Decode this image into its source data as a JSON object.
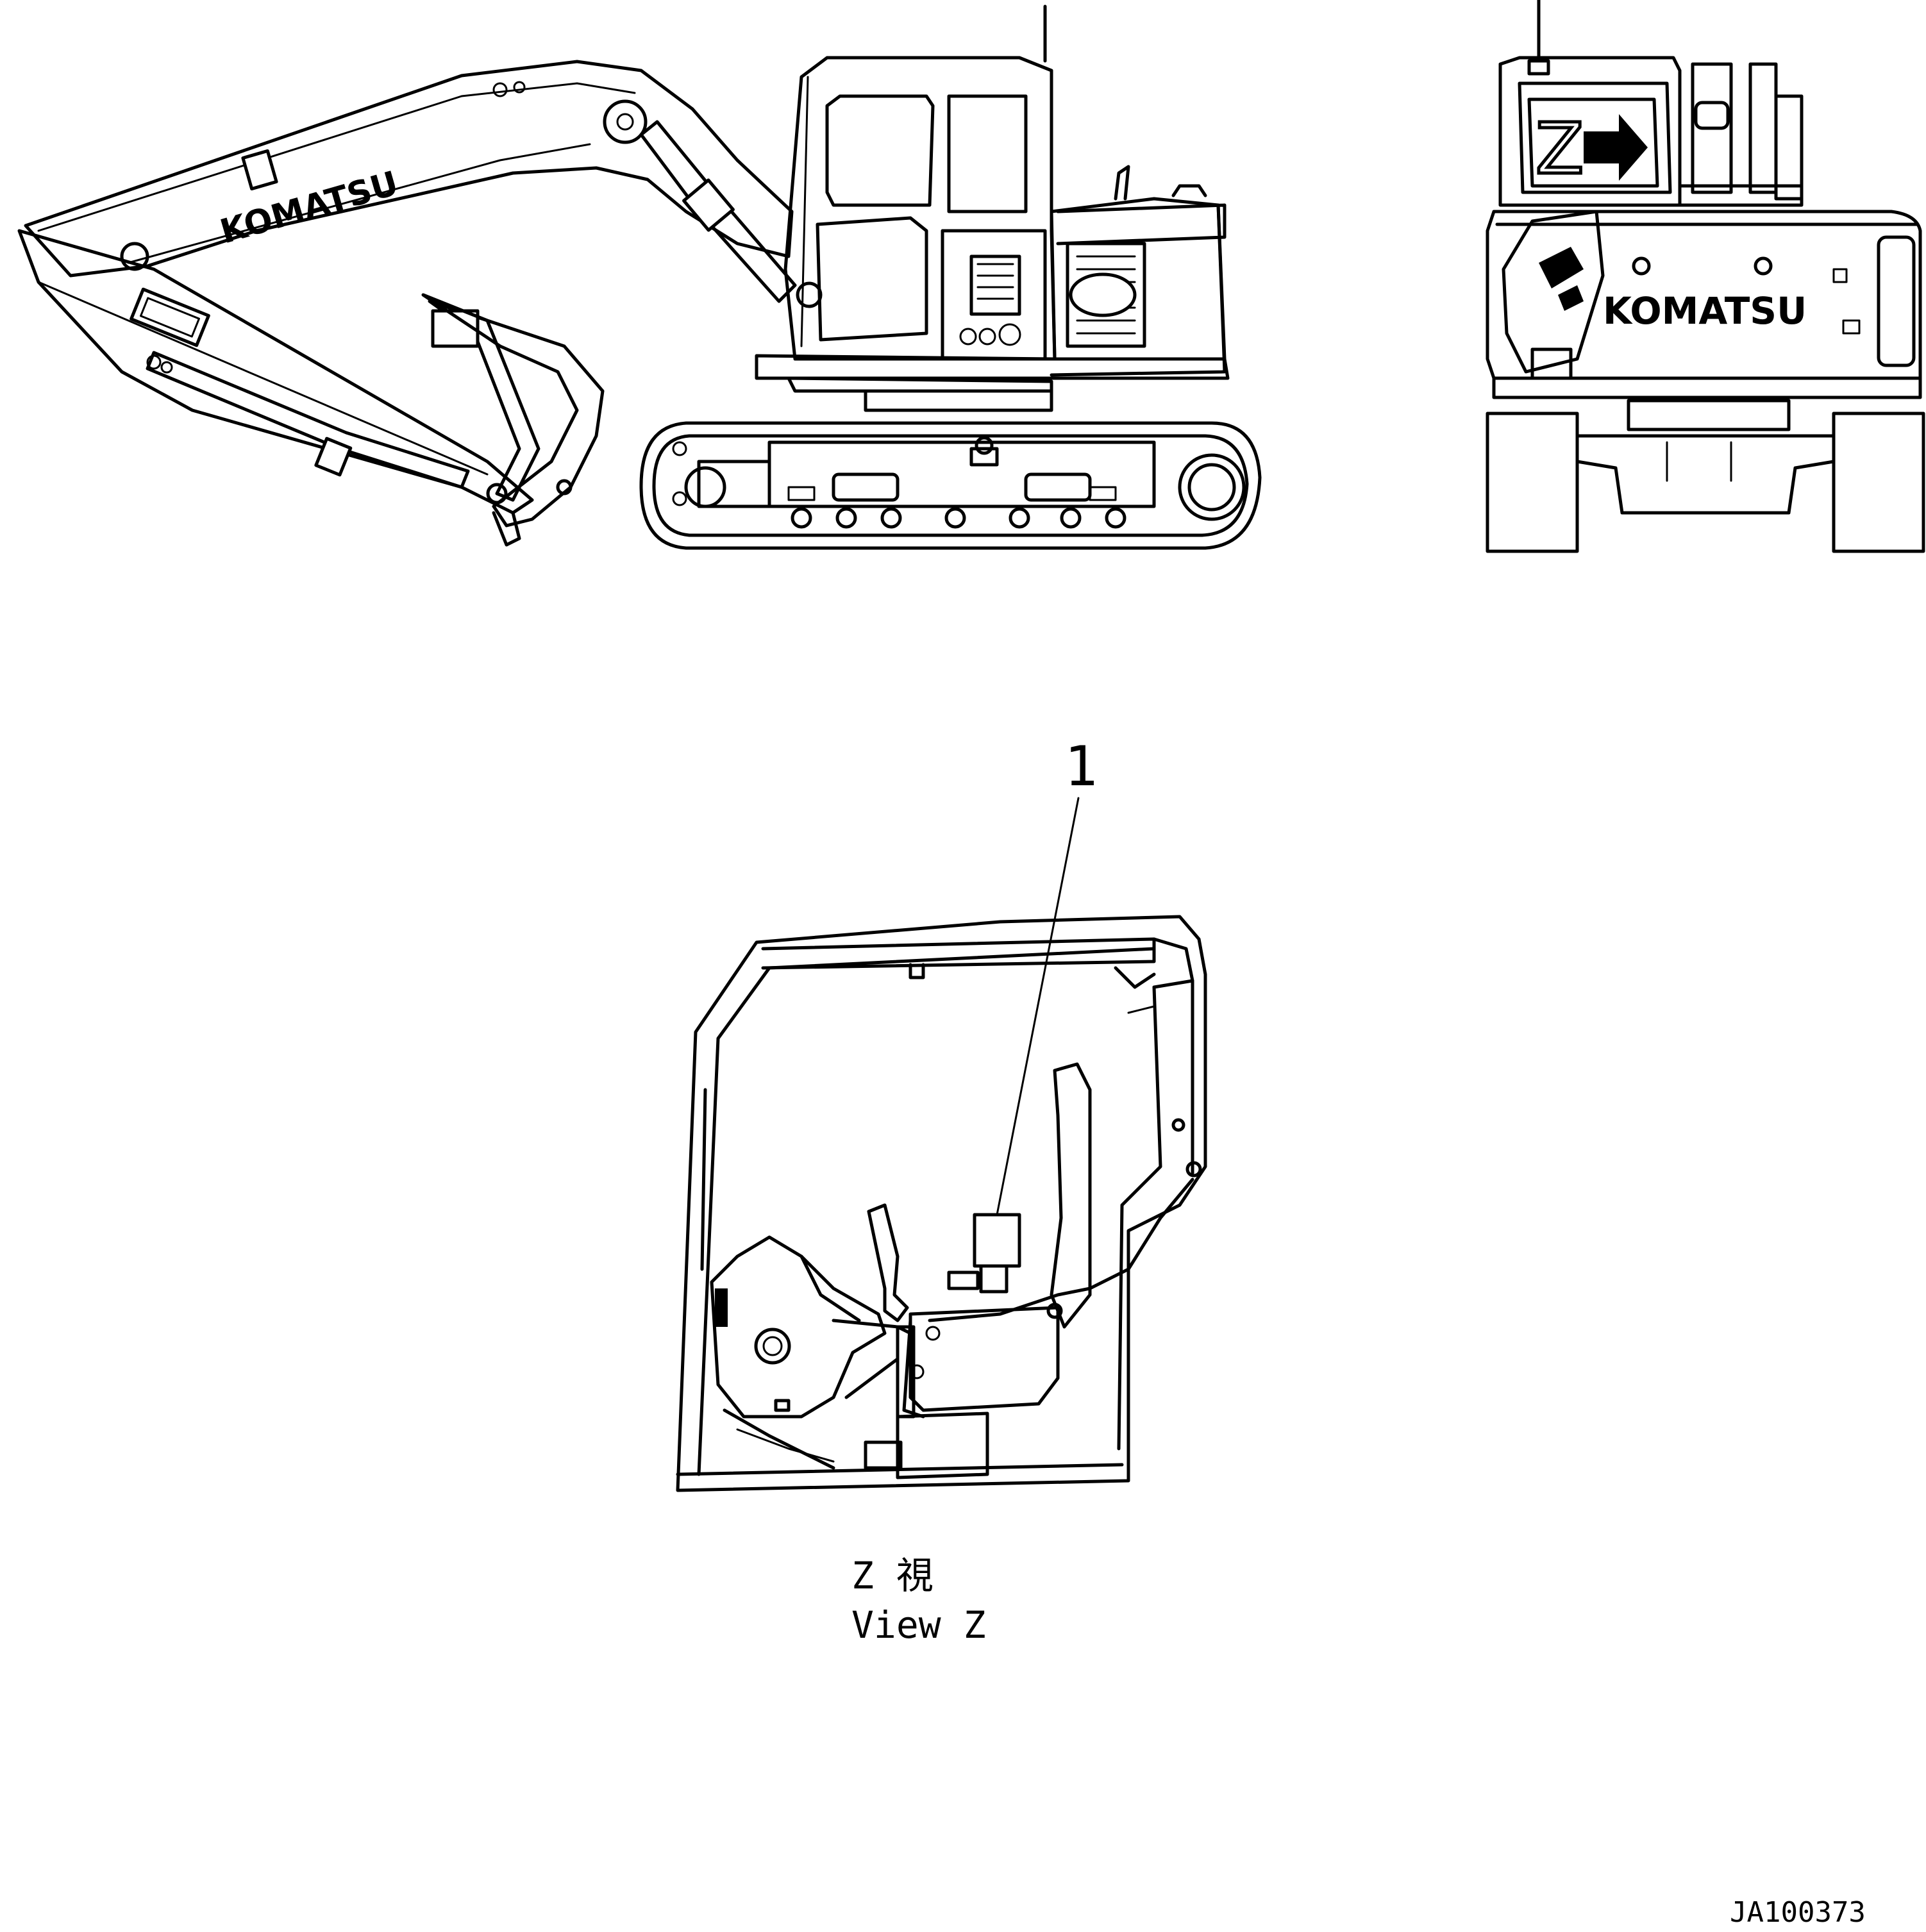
{
  "drawing": {
    "brand_side": "KOMATSU",
    "brand_rear": "KOMATSU",
    "view_marker": "Z",
    "callout_number": "1",
    "caption_jp": "Z 視",
    "caption_en": "View Z",
    "document_id": "JA100373"
  },
  "icons": {
    "view_arrow": "right-arrow-icon"
  },
  "colors": {
    "line": "#000000",
    "background": "#ffffff"
  }
}
